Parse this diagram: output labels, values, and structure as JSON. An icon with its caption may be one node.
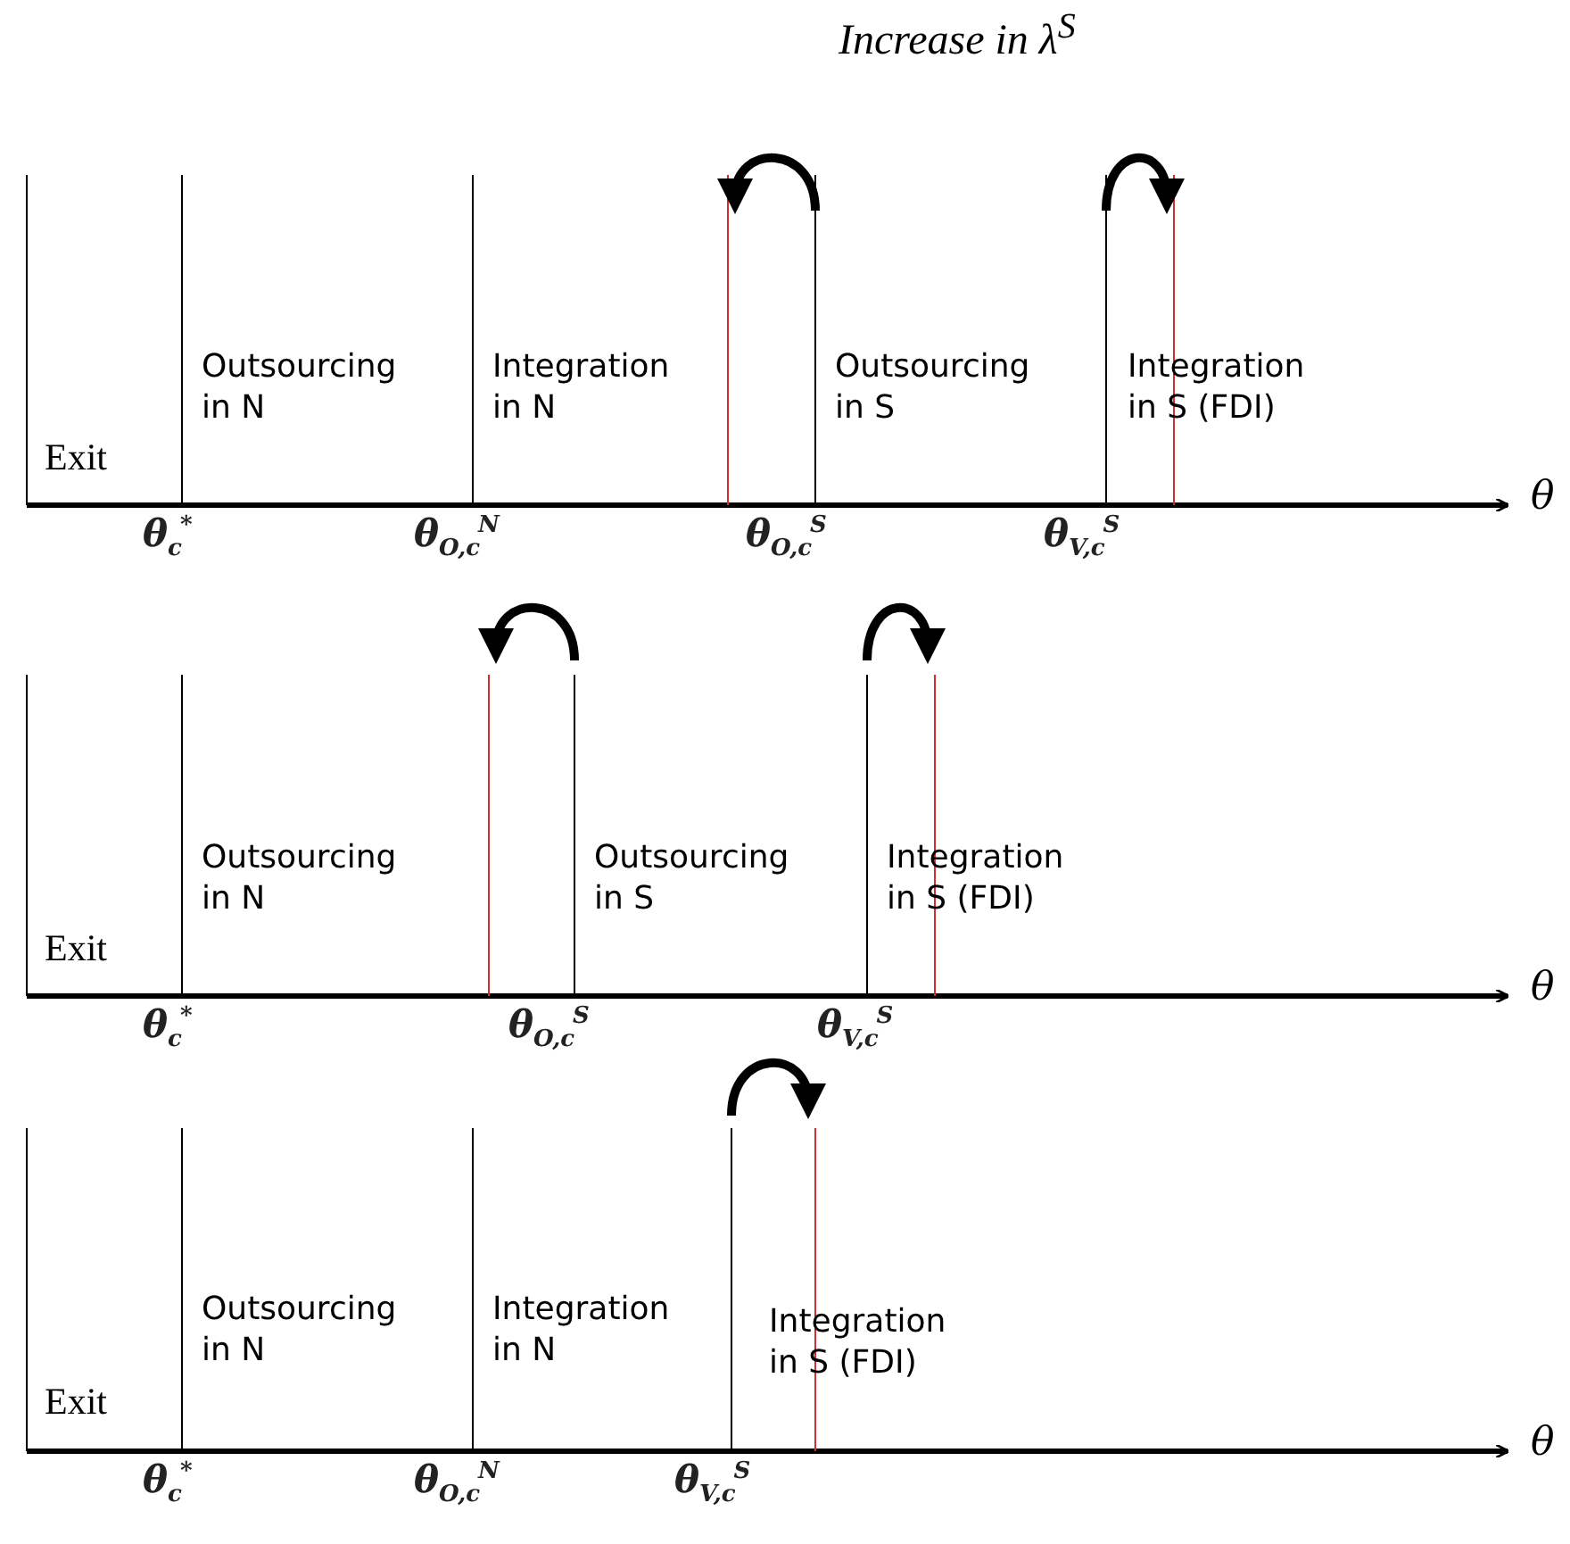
{
  "diagram": {
    "title": "Increase in λ$^{S}$",
    "labels": [
      "Exit",
      "Outsourcing in N",
      "Integration in N",
      "Outsourcing in S",
      "Integration in S (FDI)",
      "θ",
      "θ$_{c}$$^{*}$",
      "θ$_{O,c}$$^{N}$",
      "θ$_{O,c}$$^{S}$",
      "θ$_{V,c}$$^{S}$",
      "Exit",
      "Outsourcing in N",
      "Outsourcing in S",
      "Integration in S (FDI)",
      "θ",
      "θ$_{c}$$^{*}$",
      "θ$_{O,c}$$^{S}$",
      "θ$_{V,c}$$^{S}$",
      "Exit",
      "Outsourcing in N",
      "Integration in N",
      "Integration in S (FDI)",
      "θ",
      "θ$_{c}$$^{*}$",
      "θ$_{O,c}$$^{N}$",
      "θ$_{V,c}$$^{S}$"
    ]
  }
}
